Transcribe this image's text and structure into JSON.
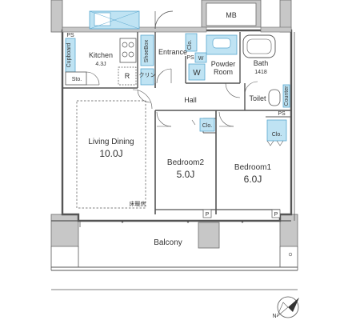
{
  "rooms": {
    "mb": "MB",
    "ps_tl": "PS",
    "cupboard": "Cupboard",
    "kitchen": "Kitchen",
    "kitchen_size": "4.3J",
    "sto": "Sto.",
    "r": "R",
    "shoebox": "ShoeBox",
    "kuri": "クリン",
    "entrance": "Entrance",
    "clo_ent": "Clo.",
    "ps_ent": "PS",
    "w_small": "W",
    "w": "W",
    "powder1": "Powder",
    "powder2": "Room",
    "bath": "Bath",
    "bath_size": "1418",
    "hall": "Hall",
    "toilet": "Toilet",
    "counter": "Counter",
    "ps_toilet": "PS",
    "clo_b2": "Clo.",
    "clo_b1": "Clo.",
    "living": "Living Dining",
    "living_size": "10.0J",
    "floor_heat": "床暖房",
    "bed2": "Bedroom2",
    "bed2_size": "5.0J",
    "bed1": "Bedroom1",
    "bed1_size": "6.0J",
    "p1": "P",
    "p2": "P",
    "balcony": "Balcony",
    "north": "N"
  },
  "colors": {
    "wall": "#c7c7c7",
    "wall_edge": "#6b6b6b",
    "line": "#555555",
    "fixture": "#bfe3f3",
    "fixture_edge": "#5aa7cf"
  }
}
